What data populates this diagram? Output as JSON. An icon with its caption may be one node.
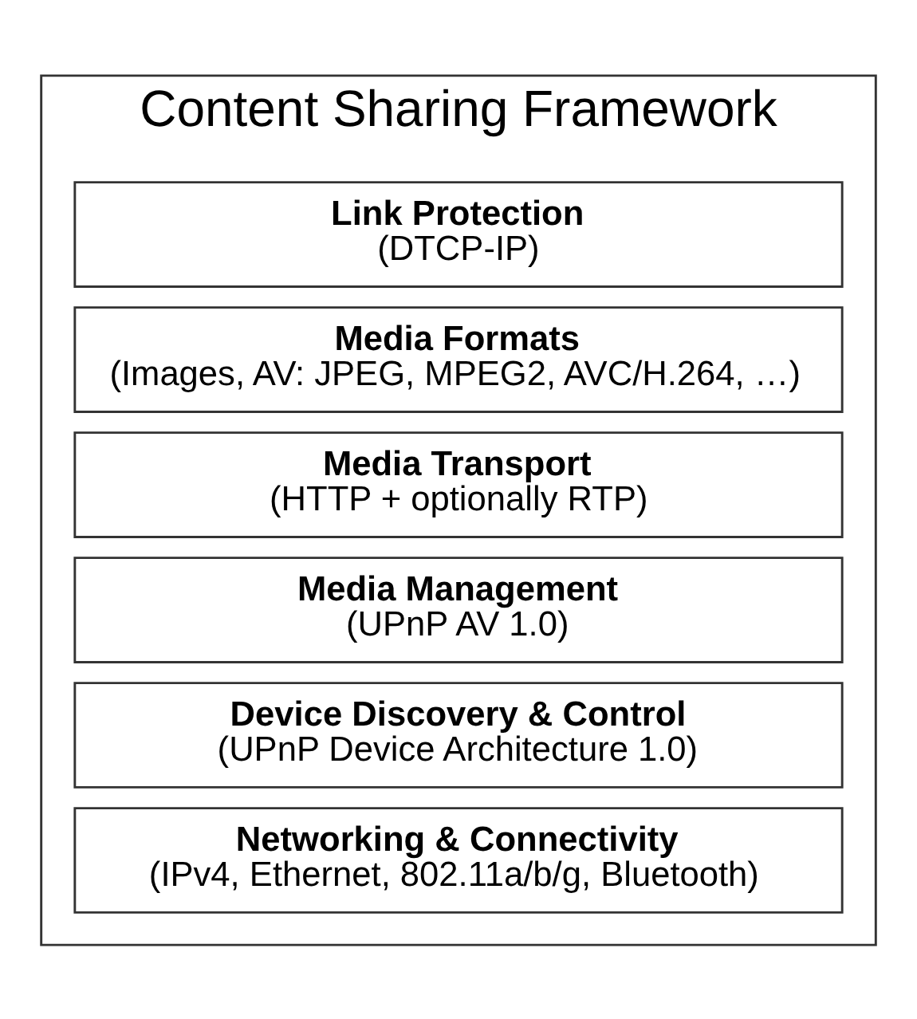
{
  "diagram": {
    "nodes": [
      {
        "text": [
          "Content Sharing Framework"
        ]
      },
      {
        "text": [
          "Link Protection",
          "(DTCP-IP)"
        ],
        "in": 0
      },
      {
        "text": [
          "Media Formats",
          "(Images, AV: JPEG, MPEG2, AVC/H.264, …)"
        ],
        "in": 0
      },
      {
        "text": [
          "Media Transport",
          "(HTTP + optionally RTP)"
        ],
        "in": 0
      },
      {
        "text": [
          "Media Management",
          "(UPnP AV 1.0)"
        ],
        "in": 0
      },
      {
        "text": [
          "Device Discovery & Control",
          "(UPnP Device Architecture 1.0)"
        ],
        "in": 0
      },
      {
        "text": [
          "Networking & Connectivity",
          "(IPv4, Ethernet, 802.11a/b/g, Bluetooth)"
        ],
        "in": 0
      }
    ],
    "edges": []
  }
}
